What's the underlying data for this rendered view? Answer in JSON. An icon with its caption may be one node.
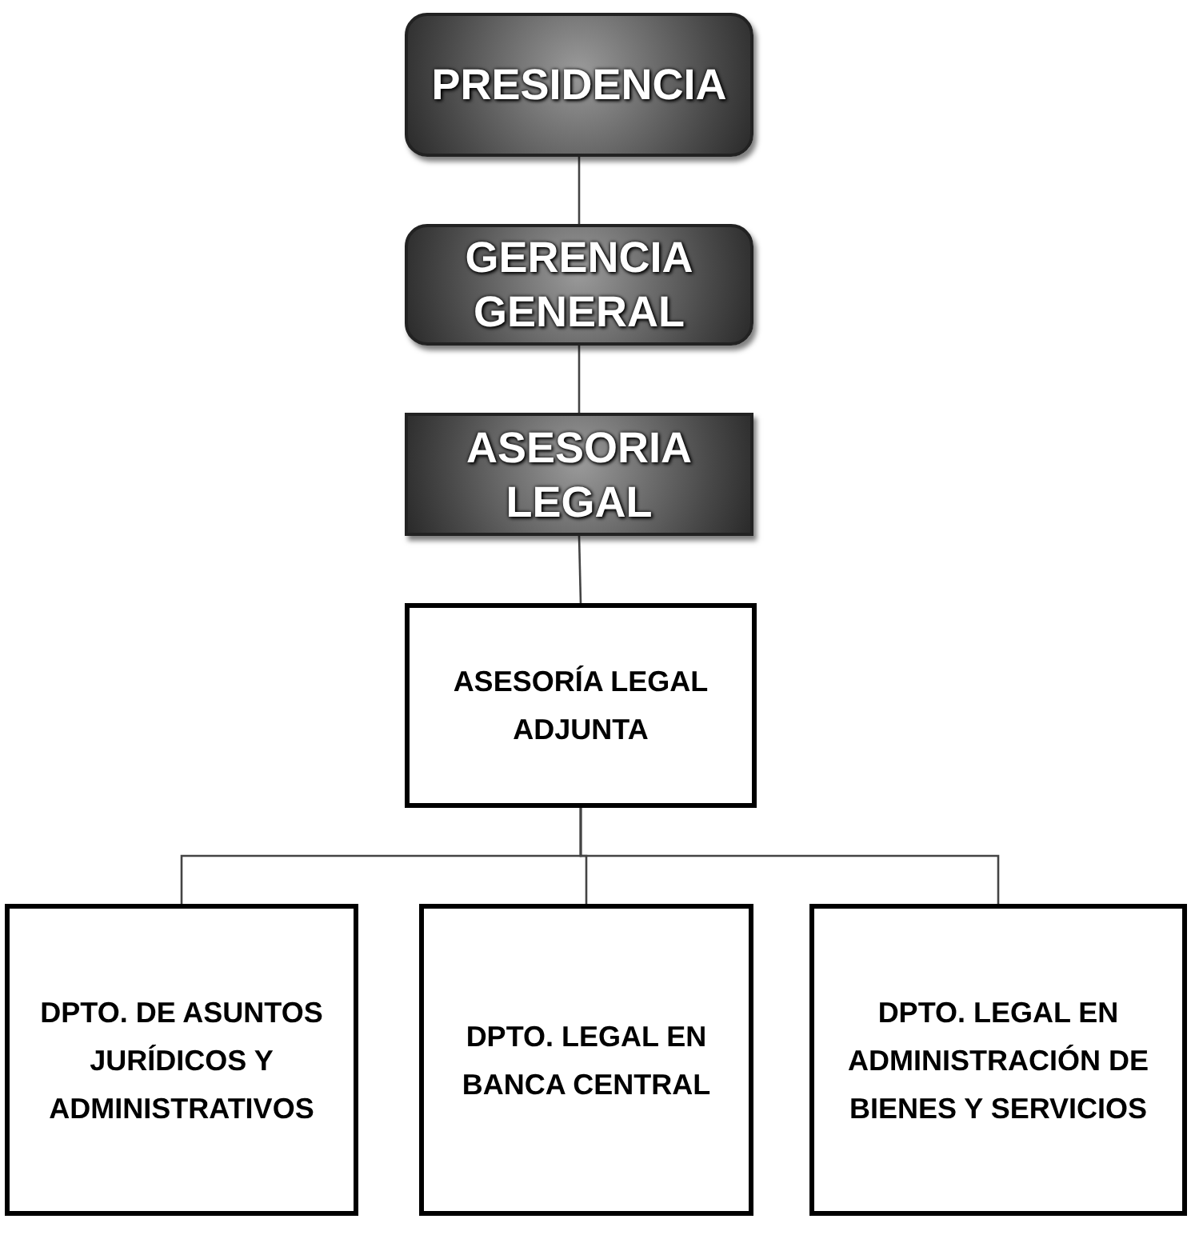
{
  "diagram": {
    "nodes": [
      {
        "text": [
          "PRESIDENCIA"
        ]
      },
      {
        "text": [
          "GERENCIA GENERAL"
        ]
      },
      {
        "text": [
          "ASESORIA LEGAL"
        ]
      },
      {
        "text": [
          "ASESORÍA LEGAL ADJUNTA"
        ]
      },
      {
        "text": [
          "DPTO. DE ASUNTOS JURÍDICOS Y ADMINISTRATIVOS"
        ]
      },
      {
        "text": [
          "DPTO. LEGAL EN BANCA CENTRAL"
        ]
      },
      {
        "text": [
          "DPTO. LEGAL EN ADMINISTRACIÓN DE BIENES Y SERVICIOS"
        ]
      }
    ],
    "edges": [
      {
        "from": 0,
        "to": 1,
        "arrow": "none"
      },
      {
        "from": 1,
        "to": 2,
        "arrow": "none"
      },
      {
        "from": 2,
        "to": 3,
        "arrow": "none"
      },
      {
        "from": 3,
        "to": 4,
        "arrow": "none"
      },
      {
        "from": 3,
        "to": 5,
        "arrow": "none"
      },
      {
        "from": 3,
        "to": 6,
        "arrow": "none"
      }
    ]
  }
}
